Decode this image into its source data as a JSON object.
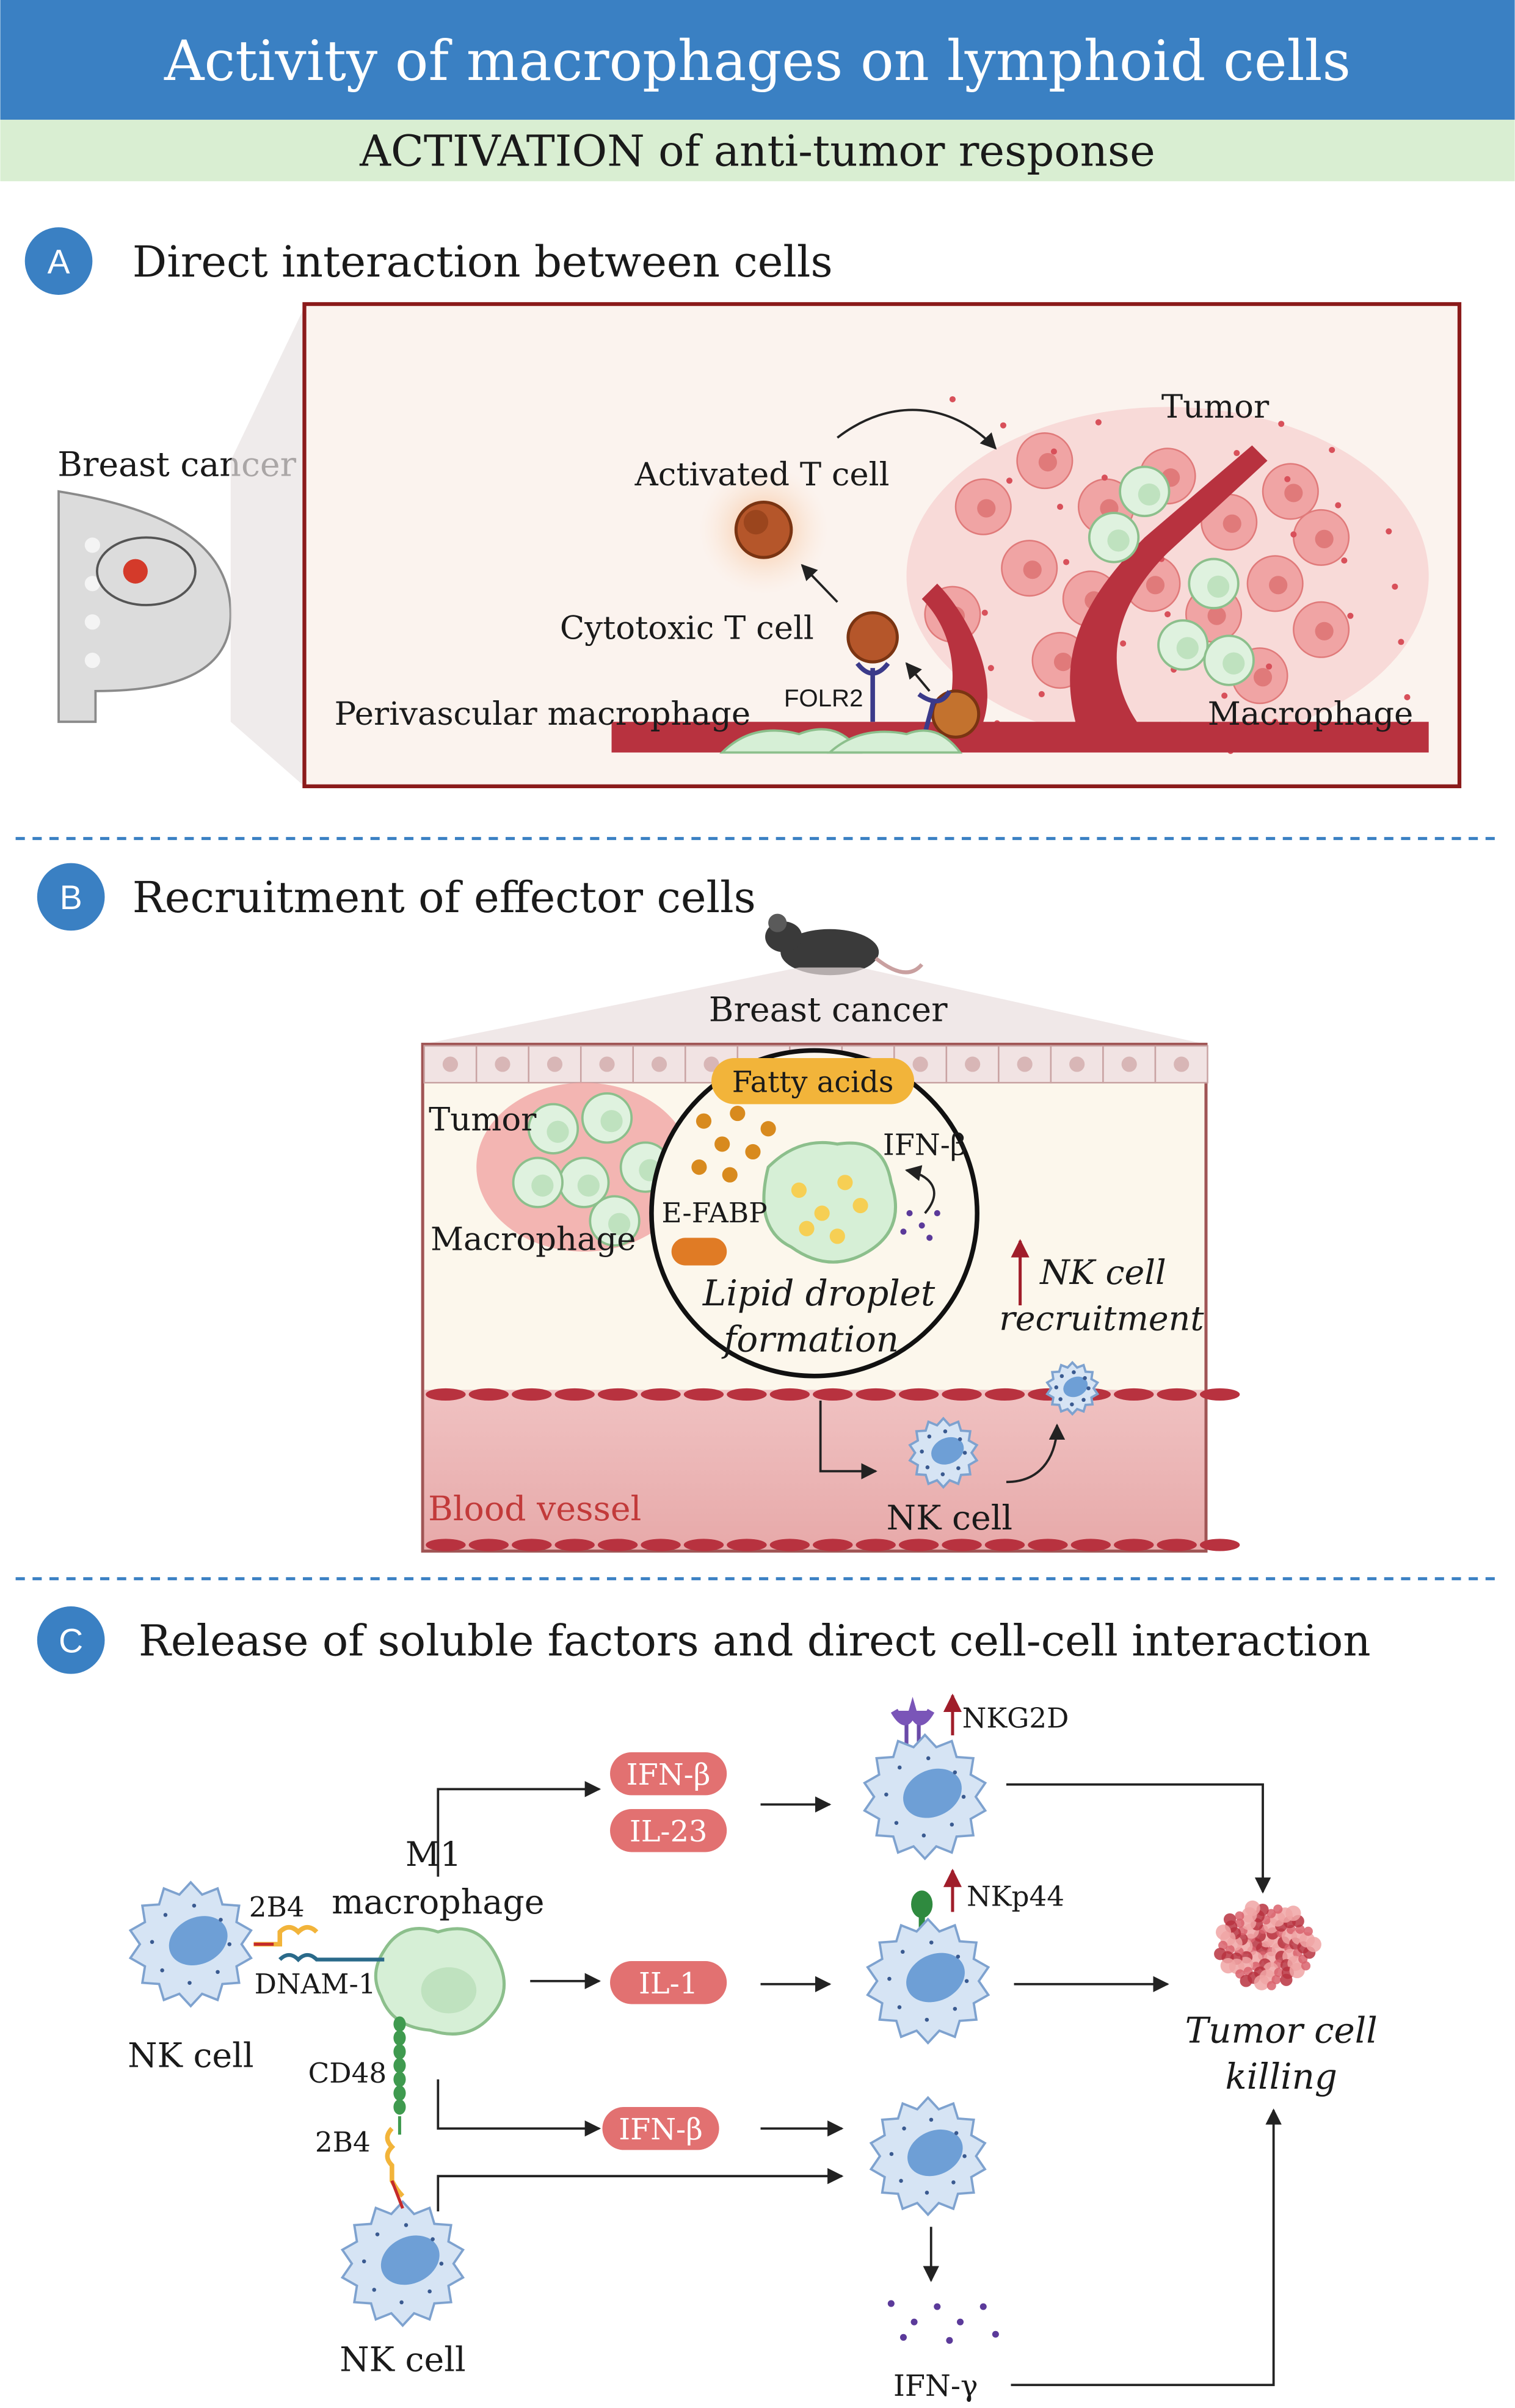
{
  "header": {
    "title": "Activity of macrophages on lymphoid cells",
    "subtitle": "ACTIVATION of anti-tumor response"
  },
  "colors": {
    "title_bar": "#3a80c3",
    "subtitle_bar": "#d9eed2",
    "panel_badge": "#3a80c3",
    "panel_border": "#8b1a1a",
    "panel_fill": "#fbf3ee",
    "vessel": "#b8323f",
    "tumor_cell": "#f0a4a4",
    "macrophage": "#d6efd6",
    "nk_cell": "#bfd5ee",
    "cytokine_pill": "#e27171",
    "fatty_acids": "#f2b43a",
    "arrow_up": "#a01d2a"
  },
  "panel_a": {
    "badge": "A",
    "title": "Direct interaction between cells",
    "inset_label": "Breast cancer",
    "labels": {
      "tumor": "Tumor",
      "activated_t": "Activated T cell",
      "cytotoxic_t": "Cytotoxic T cell",
      "folr2": "FOLR2",
      "perivascular": "Perivascular macrophage",
      "macrophage": "Macrophage"
    }
  },
  "panel_b": {
    "badge": "B",
    "title": "Recruitment of effector cells",
    "organ_label": "Breast cancer",
    "labels": {
      "tumor": "Tumor",
      "macrophage": "Macrophage",
      "fatty_acids": "Fatty acids",
      "ifn_beta": "IFN-β",
      "efabp": "E-FABP",
      "lipid_1": "Lipid droplet",
      "lipid_2": "formation",
      "nk_rec_1": "NK cell",
      "nk_rec_2": "recruitment",
      "blood_vessel": "Blood vessel",
      "nk_cell": "NK cell"
    }
  },
  "panel_c": {
    "badge": "C",
    "title": "Release of soluble factors and direct cell-cell interaction",
    "pills": [
      "IFN-β",
      "IL-23",
      "IL-1",
      "IFN-β"
    ],
    "labels": {
      "m1_1": "M1",
      "m1_2": "macrophage",
      "nk_left": "NK cell",
      "nk_bottom": "NK cell",
      "2b4_top": "2B4",
      "dnam1": "DNAM-1",
      "cd48": "CD48",
      "2b4_bottom": "2B4",
      "nkg2d": "NKG2D",
      "nkp44": "NKp44",
      "killing_1": "Tumor cell",
      "killing_2": "killing",
      "ifn_gamma": "IFN-γ"
    }
  }
}
